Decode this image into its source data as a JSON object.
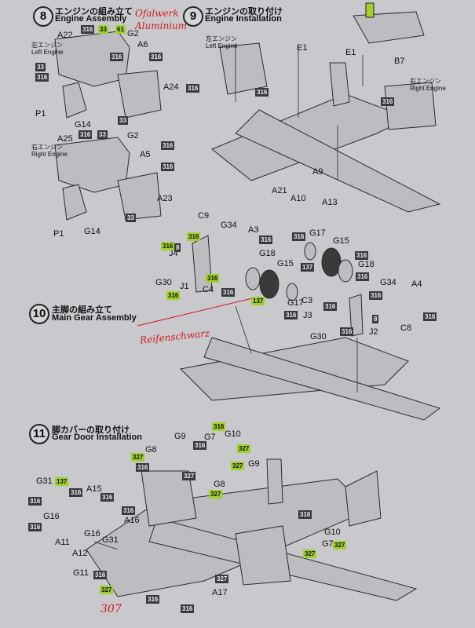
{
  "steps": [
    {
      "number": "8",
      "title_jp": "エンジンの組み立て",
      "title_en": "Engine Assembly"
    },
    {
      "number": "9",
      "title_jp": "エンジンの取り付け",
      "title_en": "Engine Installation"
    },
    {
      "number": "10",
      "title_jp": "主脚の組み立て",
      "title_en": "Main Gear Assembly"
    },
    {
      "number": "11",
      "title_jp": "脚カバーの取り付け",
      "title_en": "Gear Door Installation"
    }
  ],
  "engine_labels": {
    "left_jp": "左エンジン",
    "left_en": "Left Engine",
    "right_jp": "右エンジン",
    "right_en": "Right Engine"
  },
  "parts": {
    "A22": "A22",
    "A6": "A6",
    "G2": "G2",
    "A24": "A24",
    "P1": "P1",
    "G14": "G14",
    "A25": "A25",
    "A5": "A5",
    "A23": "A23",
    "E1": "E1",
    "B7": "B7",
    "A9": "A9",
    "A21": "A21",
    "A10": "A10",
    "A13": "A13",
    "C9": "C9",
    "G34": "G34",
    "A3": "A3",
    "J4": "J4",
    "G18": "G18",
    "G15": "G15",
    "G17": "G17",
    "G30": "G30",
    "J1": "J1",
    "C4": "C4",
    "C3": "C3",
    "A4": "A4",
    "J3": "J3",
    "J2": "J2",
    "C8": "C8",
    "G8": "G8",
    "G9": "G9",
    "G7": "G7",
    "G10": "G10",
    "G31": "G31",
    "A15": "A15",
    "G16": "G16",
    "A16": "A16",
    "A11": "A11",
    "A12": "A12",
    "G11": "G11",
    "A17": "A17"
  },
  "colors": {
    "316": "316",
    "33": "33",
    "61": "61",
    "137": "137",
    "8": "8",
    "327": "327",
    "307": "307"
  },
  "handwritten": {
    "note_step8_1": "Ofalwerk",
    "note_step8_2": "Aluminium",
    "note_step10": "Reifenschwarz",
    "note_step11": "307"
  },
  "accent_colors": {
    "green_tag": "#9fd12a",
    "dark_tag": "#3a3a3e",
    "pen_red": "#d11c1c"
  }
}
